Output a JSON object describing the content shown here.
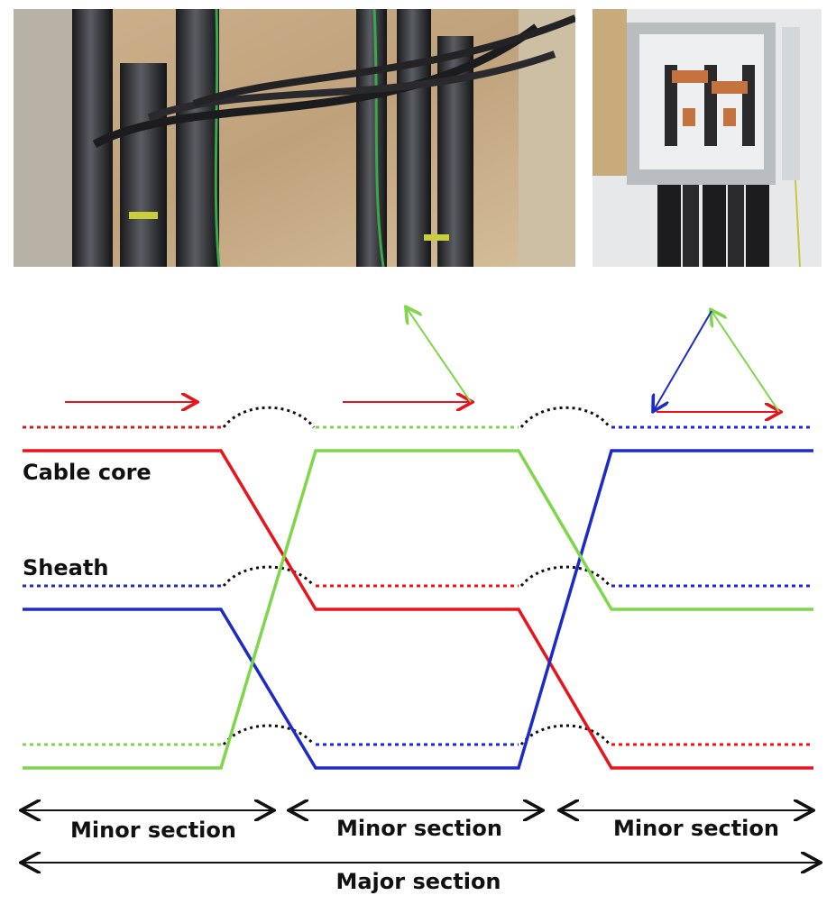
{
  "labels": {
    "cable_core": "Cable core",
    "sheath": "Sheath",
    "minor_sections": [
      "Minor section",
      "Minor section",
      "Minor section"
    ],
    "major_section": "Major section"
  },
  "colors": {
    "phase_a": "#e8141c",
    "phase_b": "#1c2bc8",
    "phase_c": "#7fd64a",
    "bonding_link": "#111111",
    "arrow": "#111111",
    "sand": "#c9ae88",
    "steel": "#c9cdd0",
    "copper": "#c4733f"
  },
  "photos": {
    "left": "cable-trench-photo",
    "right": "link-box-photo"
  }
}
